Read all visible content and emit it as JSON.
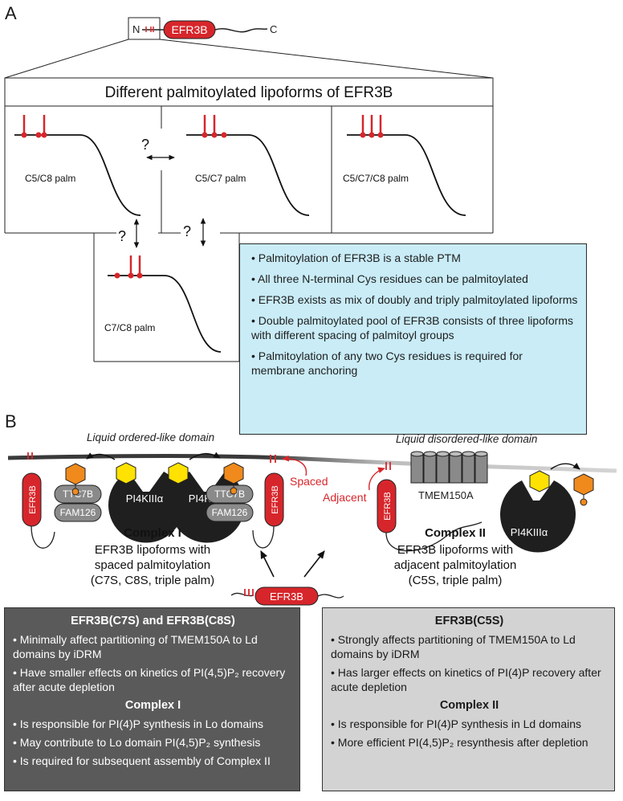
{
  "panel_a": {
    "letter": "A",
    "protein": {
      "n_label": "N",
      "name": "EFR3B",
      "c_label": "C"
    },
    "title": "Different palmitoylated lipoforms of EFR3B",
    "lipoforms": [
      {
        "label": "C5/C8 palm"
      },
      {
        "label": "C5/C7 palm"
      },
      {
        "label": "C5/C7/C8 palm"
      },
      {
        "label": "C7/C8 palm"
      }
    ],
    "question_mark": "?",
    "facts": [
      "• Palmitoylation of EFR3B is a stable PTM",
      "• All three N-terminal Cys residues can be palmitoylated",
      "• EFR3B exists as mix of doubly and triply palmitoylated lipoforms",
      "• Double palmitoylated pool of EFR3B consists of three lipoforms with different spacing of palmitoyl groups",
      "• Palmitoylation of any two Cys residues is required for membrane anchoring"
    ]
  },
  "panel_b": {
    "letter": "B",
    "lo_domain": "Liquid ordered-like domain",
    "ld_domain": "Liquid disordered-like domain",
    "efr3b": "EFR3B",
    "ttc7b": "TTC7B",
    "fam126": "FAM126",
    "pi4k": "PI4KIIIα",
    "tmem": "TMEM150A",
    "spaced": "Spaced",
    "adjacent": "Adjacent",
    "complex1": {
      "title": "Complex I",
      "lines": [
        "EFR3B lipoforms with",
        "spaced palmitoylation",
        "(C7S, C8S, triple palm)"
      ]
    },
    "complex2": {
      "title": "Complex II",
      "lines": [
        "EFR3B lipoforms with",
        "adjacent palmitoylation",
        "(C5S, triple palm)"
      ]
    }
  },
  "summary_left": {
    "heading": "EFR3B(C7S) and EFR3B(C8S)",
    "items": [
      "• Minimally affect partitioning of TMEM150A to Ld domains by iDRM",
      "• Have smaller effects on kinetics of PI(4,5)P₂ recovery after acute depletion"
    ],
    "subheading": "Complex I",
    "items2": [
      "• Is responsible for PI(4)P synthesis in Lo domains",
      "• May contribute to Lo domain PI(4,5)P₂ synthesis",
      "• Is required for subsequent assembly of Complex II"
    ]
  },
  "summary_right": {
    "heading": "EFR3B(C5S)",
    "items": [
      "• Strongly affects partitioning of TMEM150A to Ld domains by iDRM",
      "• Has larger effects on kinetics of PI(4)P recovery after acute depletion"
    ],
    "subheading": "Complex II",
    "items2": [
      "• Is responsible for PI(4)P synthesis in Ld domains",
      "• More efficient PI(4,5)P₂ resynthesis after depletion"
    ]
  },
  "colors": {
    "red": "#d7262b",
    "orange": "#f08a1c",
    "yellow": "#ffe200",
    "black": "#1f1f1f",
    "gray": "#8a8a8a",
    "cyan": "#c9ecf7"
  }
}
